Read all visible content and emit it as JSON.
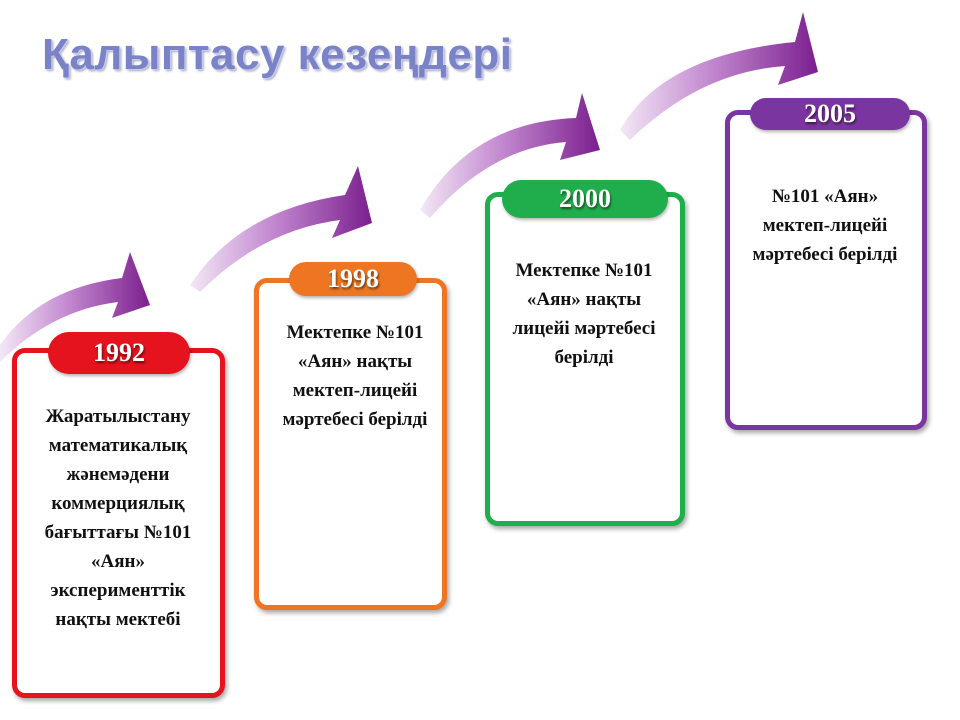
{
  "title": "Қалыптасу кезеңдері",
  "stages": [
    {
      "year": "1992",
      "color": "#e5131d",
      "text": "Жаратылыстану математикалық жәнемәдени коммерциялық бағыттағы №101 «Аян» эксперименттік нақты мектебі"
    },
    {
      "year": "1998",
      "color": "#ee7623",
      "text": "Мектепке №101 «Аян» нақты мектеп-лицейі мәртебесі берілді"
    },
    {
      "year": "2000",
      "color": "#1fae4b",
      "text": "Мектепке №101 «Аян» нақты лицейі мәртебесі берілді"
    },
    {
      "year": "2005",
      "color": "#7b35a0",
      "text": "№101 «Аян» мектеп-лицейі мәртебесі берілді"
    }
  ]
}
